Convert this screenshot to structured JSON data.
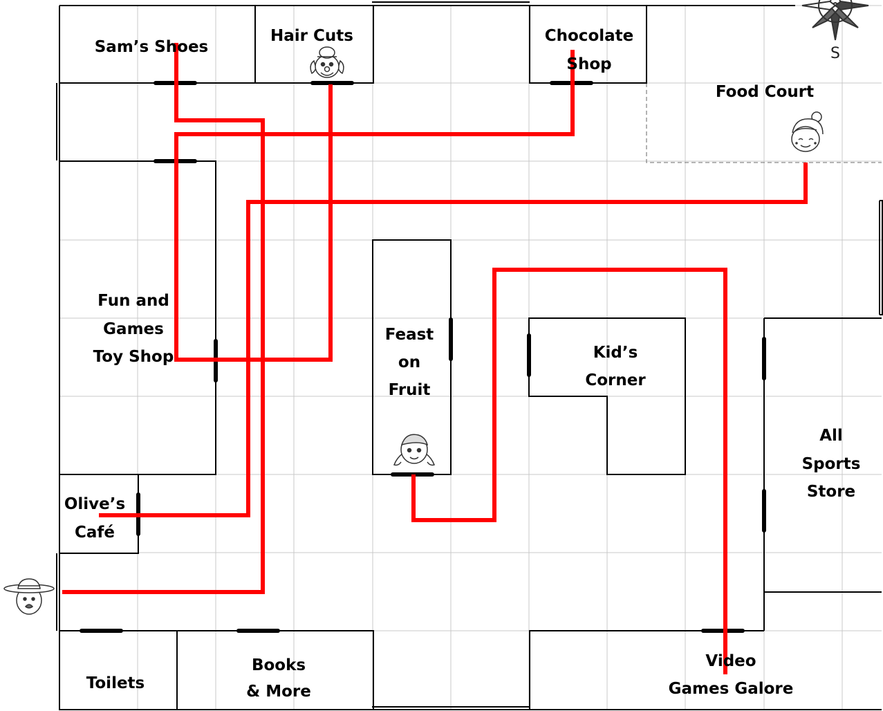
{
  "stores": {
    "sams_shoes": {
      "name": "Sam’s Shoes"
    },
    "hair_cuts": {
      "name": "Hair Cuts"
    },
    "chocolate_shop": {
      "line1": "Chocolate",
      "line2": "Shop"
    },
    "food_court": {
      "name": "Food Court"
    },
    "fun_and_games": {
      "line1": "Fun and",
      "line2": "Games",
      "line3": "Toy Shop"
    },
    "feast_on_fruit": {
      "line1": "Feast",
      "line2": "on",
      "line3": "Fruit"
    },
    "kids_corner": {
      "line1": "Kid’s",
      "line2": "Corner"
    },
    "all_sports": {
      "line1": "All",
      "line2": "Sports",
      "line3": "Store"
    },
    "olives_cafe": {
      "line1": "Olive’s",
      "line2": "Café"
    },
    "toilets": {
      "name": "Toilets"
    },
    "books_more": {
      "line1": "Books",
      "line2": "& More"
    },
    "video_games": {
      "line1": "Video",
      "line2": "Games Galore"
    }
  },
  "compass": {
    "label": "S",
    "icon": "compass-rose-icon"
  },
  "characters": [
    {
      "icon": "clown-face-icon",
      "location": "Hair Cuts"
    },
    {
      "icon": "grandma-face-icon",
      "location": "Food Court"
    },
    {
      "icon": "pigtail-girl-face-icon",
      "location": "Feast on Fruit"
    },
    {
      "icon": "hat-man-face-icon",
      "location": "entrance"
    }
  ],
  "colors": {
    "route": "#ff0000",
    "walls": "#000000",
    "doors": "#000000",
    "grid": "#c8c8c8"
  }
}
